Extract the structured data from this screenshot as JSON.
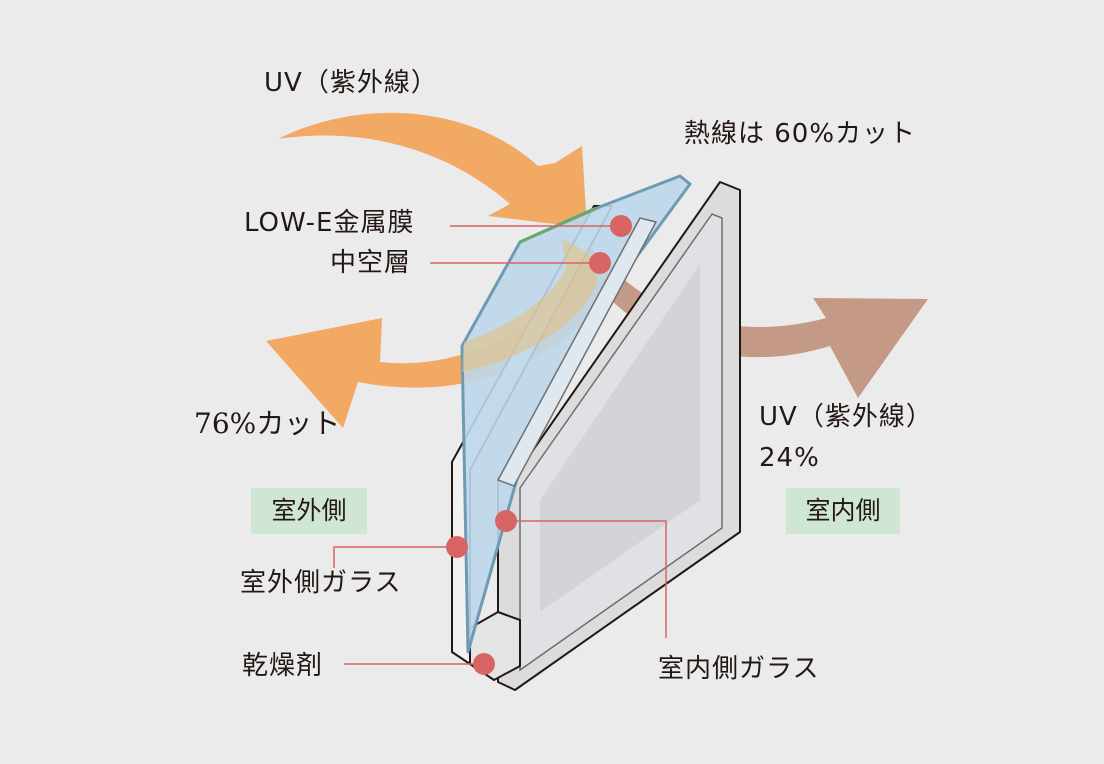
{
  "colors": {
    "background": "#ebebeb",
    "uv_arrow": "#f2a964",
    "transmitted_arrow": "#c49a87",
    "marker": "#d96464",
    "leader_line": "#d96464",
    "glass_tint": "#bcd7ea",
    "badge": "#cfe6d5"
  },
  "labels": {
    "uv_incoming": "UV（紫外線）",
    "heat_cut": "熱線は 60%カット",
    "lowe": "LOW-E金属膜",
    "hollow": "中空層",
    "uv_cut": "76%カット",
    "uv_transmitted": "UV（紫外線）",
    "uv_transmitted_pct": "24%",
    "outside": "室外側",
    "inside": "室内側",
    "outer_glass": "室外側ガラス",
    "inner_glass": "室内側ガラス",
    "desiccant": "乾燥剤"
  }
}
